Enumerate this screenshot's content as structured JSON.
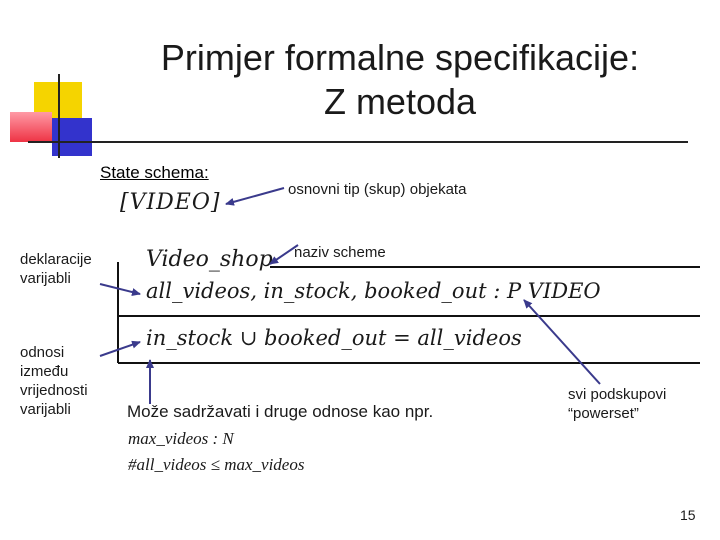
{
  "title": {
    "line1": "Primjer formalne specifikacije:",
    "line2": "Z metoda"
  },
  "state_schema_label": "State schema:",
  "given_set": "[VIDEO]",
  "annotations": {
    "basic_type": "osnovni tip (skup) objekata",
    "schema_name": "naziv scheme",
    "declarations": [
      "deklaracije",
      "varijabli"
    ],
    "relations": [
      "odnosi",
      "između",
      "vrijednosti",
      "varijabli"
    ],
    "powerset": [
      "svi podskupovi",
      "“powerset”"
    ]
  },
  "schema": {
    "name": "Video_shop",
    "declaration": "all_videos, in_stock, booked_out : P VIDEO",
    "predicate": "in_stock ∪ booked_out = all_videos"
  },
  "note": "Može sadržavati i druge odnose kao npr.",
  "examples": [
    "max_videos : N",
    "#all_videos ≤ max_videos"
  ],
  "page_number": "15",
  "colors": {
    "accent_yellow": "#f5d400",
    "accent_red": "#ee3344",
    "accent_blue": "#3333cc",
    "arrow": "#3a3a8c"
  }
}
